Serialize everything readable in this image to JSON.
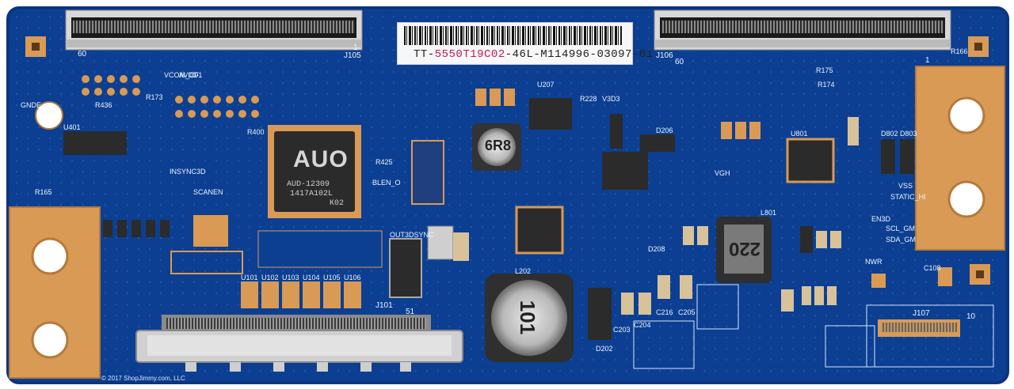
{
  "board": {
    "colors": {
      "pcb": "#0c3f91",
      "pcb_edge": "#0a3580",
      "gold": "#d99a55",
      "silk": "#eef4ff",
      "chip": "#2b2b2b",
      "connector": "#c9c9c9"
    }
  },
  "sticker": {
    "prefix": "TT-",
    "model": "5550T19C02",
    "suffix": "-46L-M114996-03097-01"
  },
  "main_ic": {
    "logo": "AUO",
    "line1": "AUD-12309",
    "line2": "1417A102L",
    "line3": "K02"
  },
  "inductors": {
    "small": "6R8",
    "large": "101",
    "right": "220"
  },
  "labels": {
    "j105": "J105",
    "j106": "J106",
    "j101": "J101",
    "j107": "J107",
    "pin60_left": "60",
    "pin1_left": "1",
    "pin60_right": "60",
    "pin1_right": "1",
    "pin51": "51",
    "pin10": "10",
    "u207": "U207",
    "u401": "U401",
    "u801": "U801",
    "r228": "R228",
    "v3d3": "V3D3",
    "out3dsync": "OUT3DSYNC",
    "insync3d": "INSYNC3D",
    "scanen": "SCANEN",
    "static_hi": "STATIC_HI",
    "scl_gm": "SCL_GM",
    "sda_gm": "SDA_GM",
    "nwr": "NWR",
    "en3d": "EN3D",
    "vss": "VSS",
    "vgh": "VGH",
    "vcom_cf": "VCOM_CF",
    "avdd1": "AVDD1",
    "gnde": "GNDE",
    "l202": "L202",
    "l801": "L801",
    "d202": "D202",
    "d206": "D206",
    "d208": "D208",
    "u101": "U101",
    "u102": "U102",
    "u103": "U103",
    "u104": "U104",
    "u105": "U105",
    "u106": "U106",
    "c204": "C204",
    "c203": "C203",
    "c216": "C216",
    "c205": "C205",
    "c108": "C108",
    "d802": "D802",
    "d803": "D803",
    "r165": "R165",
    "r436": "R436",
    "r166": "R166",
    "r173": "R173",
    "r174": "R174",
    "r175": "R175",
    "r400": "R400",
    "r425": "R425",
    "bl_en": "BLEN_O",
    "copyright": "© 2017 ShopJimmy.com, LLC"
  }
}
